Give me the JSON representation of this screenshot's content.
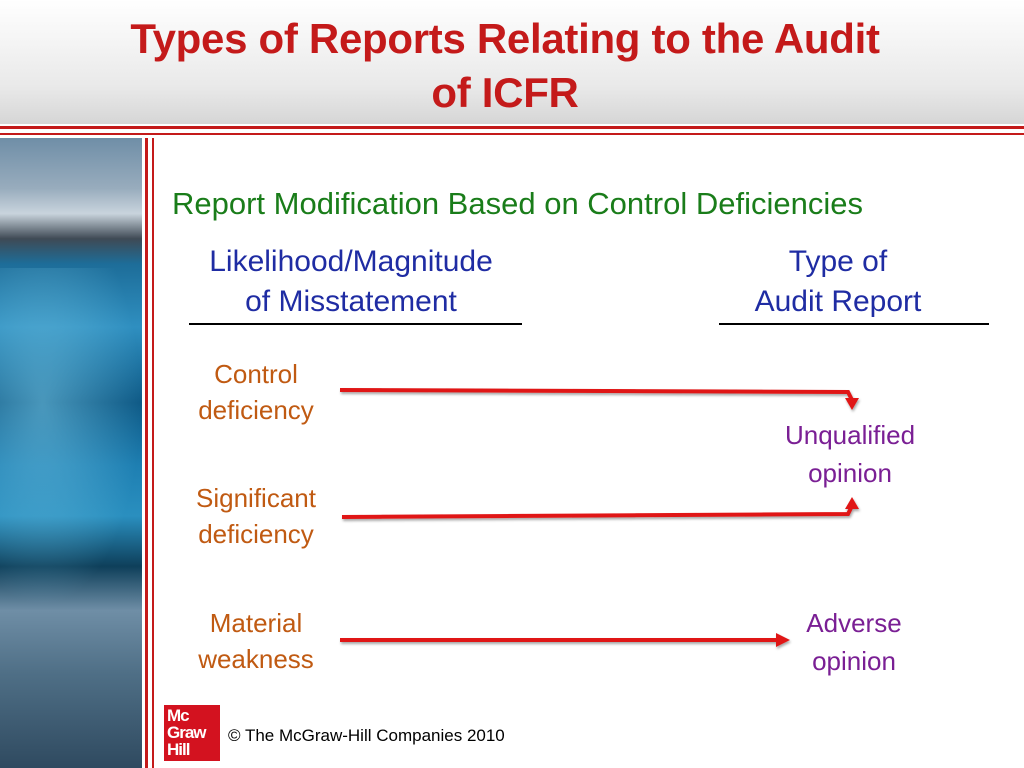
{
  "slide": {
    "title_line1": "Types of Reports Relating to the Audit",
    "title_line2": "of ICFR",
    "subtitle": "Report Modification Based on Control Deficiencies",
    "left_header": {
      "line1": "Likelihood/Magnitude",
      "line2": "of Misstatement"
    },
    "right_header": {
      "line1": "Type of",
      "line2": "Audit Report"
    },
    "levels": [
      {
        "line1": "Control",
        "line2": "deficiency"
      },
      {
        "line1": "Significant",
        "line2": "deficiency"
      },
      {
        "line1": "Material",
        "line2": "weakness"
      }
    ],
    "outcomes": [
      {
        "line1": "Unqualified",
        "line2": "opinion"
      },
      {
        "line1": "Adverse",
        "line2": "opinion"
      }
    ]
  },
  "footer": {
    "logo": {
      "line1": "Mc",
      "line2": "Graw",
      "line3": "Hill"
    },
    "copyright": "© The McGraw-Hill Companies 2010"
  },
  "colors": {
    "title": "#c41a1a",
    "subtitle": "#1a7d1a",
    "headers": "#1f2ca3",
    "levels": "#c05a12",
    "outcomes": "#7a1f94",
    "arrows": "#e01919"
  }
}
